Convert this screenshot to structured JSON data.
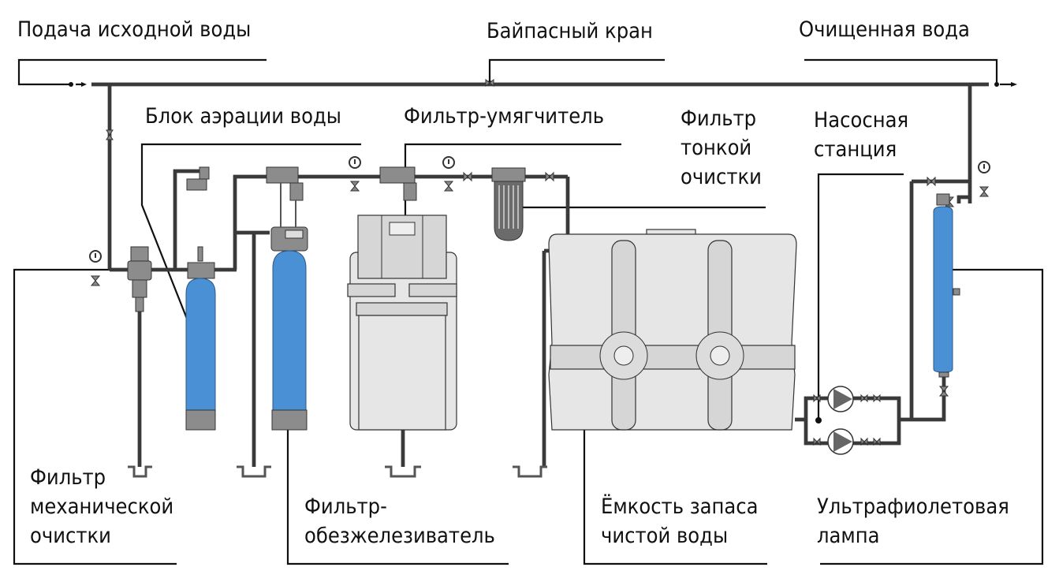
{
  "diagram": {
    "title": "Схема водоподготовки",
    "labels": {
      "source_water": "Подача исходной воды",
      "bypass_valve": "Байпасный кран",
      "purified_water": "Очищенная вода",
      "aeration_unit": "Блок аэрации воды",
      "softener": "Фильтр-умягчитель",
      "fine_filter": [
        "Фильтр",
        "тонкой",
        "очистки"
      ],
      "pump_station": [
        "Насосная",
        "станция"
      ],
      "mech_filter": [
        "Фильтр",
        "механической",
        "очистки"
      ],
      "iron_filter": [
        "Фильтр-",
        "обезжелезиватель"
      ],
      "storage_tank": [
        "Ёмкость запаса",
        "чистой воды"
      ],
      "uv_lamp": [
        "Ультрафиолетовая",
        "лампа"
      ]
    },
    "colors": {
      "vessel_blue": "#4a90d4",
      "equipment_gray": "#8c8c8c",
      "tank_light": "#e6e6e6"
    }
  }
}
